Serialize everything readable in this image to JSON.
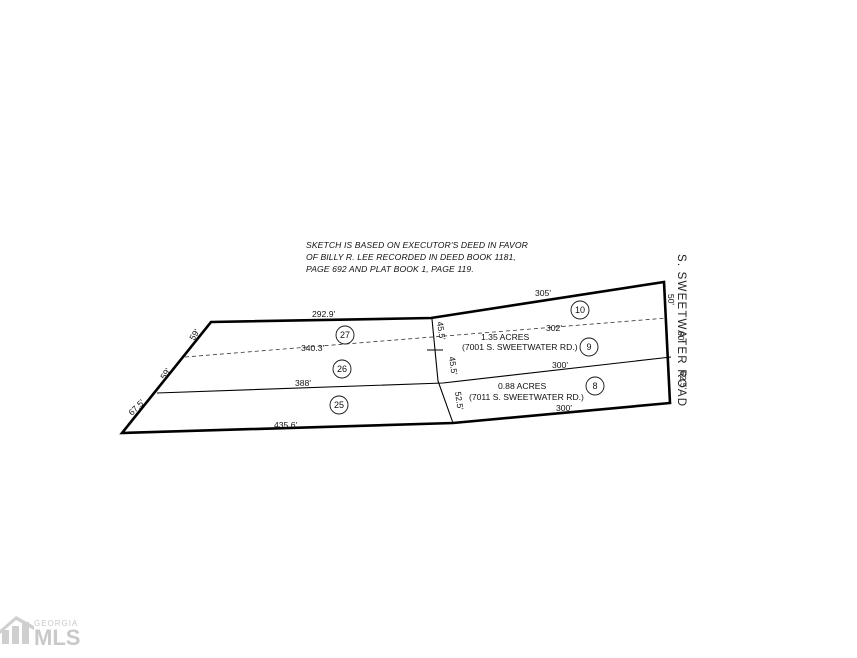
{
  "note": {
    "lines": [
      "SKETCH IS BASED ON EXECUTOR'S DEED IN FAVOR",
      "OF BILLY R. LEE RECORDED IN DEED BOOK 1181,",
      "PAGE 692 AND PLAT BOOK 1, PAGE 119."
    ]
  },
  "road_label": "S. SWEETWATER ROAD",
  "dimensions": {
    "top_left": "292.9'",
    "top_right": "305'",
    "west_upper": "59'",
    "west_middle": "59'",
    "west_lower": "67.5'",
    "east_upper": "50'",
    "east_middle": "60'",
    "east_lower": "62.5'",
    "mid_top": "45.5'",
    "mid_middle": "45.5'",
    "mid_lower": "52.5'",
    "dashed_left": "340.3'",
    "dashed_right": "302'",
    "divider_left": "388'",
    "divider_right": "300'",
    "bottom_left": "435.6'",
    "bottom_right": "300'"
  },
  "parcels": [
    {
      "acres": "1.35 ACRES",
      "address": "(7001 S. SWEETWATER RD.)"
    },
    {
      "acres": "0.88 ACRES",
      "address": "(7011 S. SWEETWATER RD.)"
    }
  ],
  "lots": [
    "27",
    "26",
    "25",
    "10",
    "9",
    "8"
  ],
  "logo": {
    "brand_small": "GEORGIA",
    "brand_large": "MLS"
  }
}
